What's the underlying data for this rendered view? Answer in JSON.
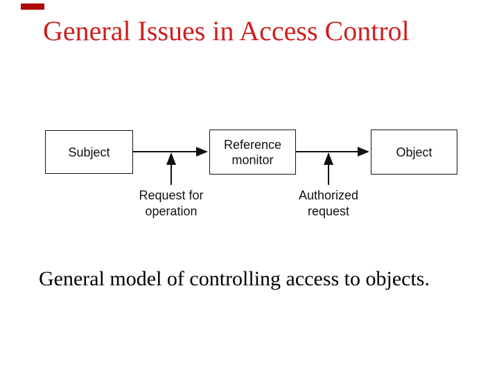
{
  "slide": {
    "title": "General Issues in Access Control",
    "caption": "General model of controlling access to objects.",
    "title_color": "#cd1f1f",
    "corner_mark_color": "#b00b0b"
  },
  "diagram": {
    "boxes": [
      {
        "id": "subject",
        "label": "Subject"
      },
      {
        "id": "reference-monitor",
        "label": "Reference\nmonitor"
      },
      {
        "id": "object",
        "label": "Object"
      }
    ],
    "flow_labels": [
      {
        "id": "request-for-operation",
        "text": "Request for\noperation"
      },
      {
        "id": "authorized-request",
        "text": "Authorized\nrequest"
      }
    ],
    "arrow_color": "#111111"
  }
}
